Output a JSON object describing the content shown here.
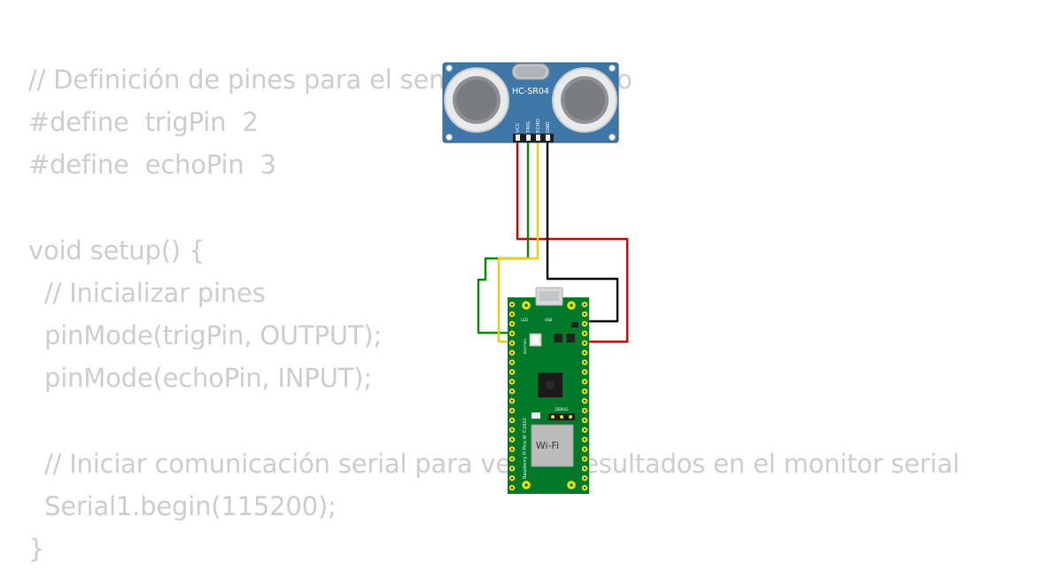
{
  "code_lines": [
    "// Definición de pines para el sensor ultrasónico",
    "#define  trigPin  2",
    "#define  echoPin  3",
    "",
    "void setup() {",
    "  // Inicializar pines",
    "  pinMode(trigPin, OUTPUT);",
    "  pinMode(echoPin, INPUT);",
    "",
    "  // Iniciar comunicación serial para ver los resultados en el monitor serial",
    "  Serial1.begin(115200);",
    "}"
  ],
  "sensor": {
    "model": "HC-SR04",
    "pins": [
      "VCC",
      "TRIG",
      "ECHO",
      "GND"
    ]
  },
  "board": {
    "silkscreen": "Raspberry Pi Pico W ©2022",
    "usb_label": "USB",
    "led_label": "LED",
    "bootsel_label": "BOOTSEL",
    "debug_label": "DEBUG",
    "wifi_label": "Wi-Fi"
  },
  "wires": [
    {
      "from": "VCC",
      "color": "#d00000"
    },
    {
      "from": "TRIG",
      "color": "#008a00"
    },
    {
      "from": "ECHO",
      "color": "#f2cc00"
    },
    {
      "from": "GND",
      "color": "#000000"
    }
  ]
}
